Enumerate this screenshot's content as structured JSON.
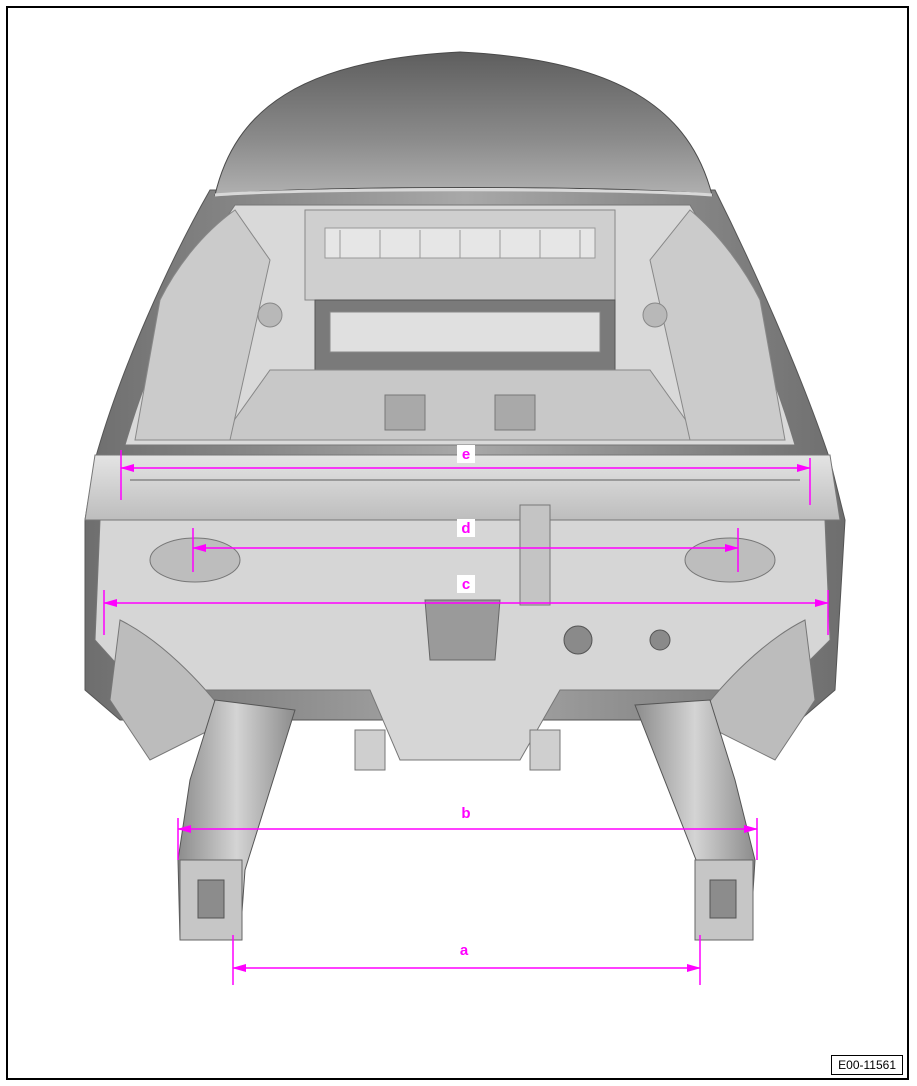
{
  "figure_id": "E00-11561",
  "dimension_color": "#ff00ff",
  "dimensions": [
    {
      "label": "e"
    },
    {
      "label": "d"
    },
    {
      "label": "c"
    },
    {
      "label": "b"
    },
    {
      "label": "a"
    }
  ],
  "illustration": "car-body-underbody-front-view"
}
